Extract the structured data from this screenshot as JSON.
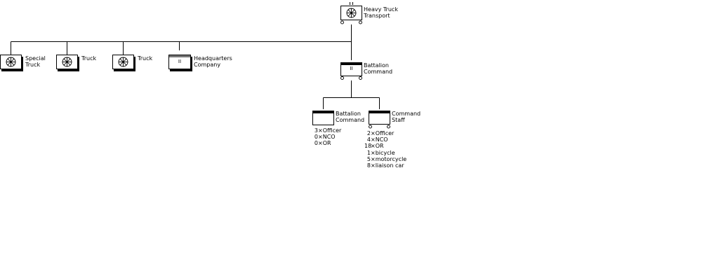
{
  "units": {
    "heavy_truck_transport": {
      "label": "Heavy Truck\nTransport",
      "symbol": "truck-icon"
    },
    "special_truck": {
      "label": "Special\nTruck",
      "symbol": "truck-icon"
    },
    "truck_1": {
      "label": "Truck",
      "symbol": "truck-icon"
    },
    "truck_2": {
      "label": "Truck",
      "symbol": "truck-icon"
    },
    "headquarters_company": {
      "label": "Headquarters\nCompany",
      "symbol": "headquarters-icon",
      "echelon": "II"
    },
    "battalion_command": {
      "label": "Battalion\nCommand",
      "symbol": "command-icon",
      "echelon": "II"
    },
    "battalion_command_sub": {
      "label": "Battalion\nCommand",
      "symbol": "command-icon",
      "counts": [
        {
          "qty": "3",
          "item": "Officer"
        },
        {
          "qty": "0",
          "item": "NCO"
        },
        {
          "qty": "0",
          "item": "OR"
        }
      ]
    },
    "command_staff": {
      "label": "Command\nStaff",
      "symbol": "command-icon",
      "counts": [
        {
          "qty": "2",
          "item": "Officer"
        },
        {
          "qty": "4",
          "item": "NCO"
        },
        {
          "qty": "18",
          "item": "OR"
        },
        {
          "qty": "1",
          "item": "bicycle"
        },
        {
          "qty": "5",
          "item": "motorcycle"
        },
        {
          "qty": "8",
          "item": "liaison car"
        }
      ]
    }
  },
  "multiplier": "×",
  "colors": {
    "ink": "#000000",
    "background": "#ffffff"
  }
}
